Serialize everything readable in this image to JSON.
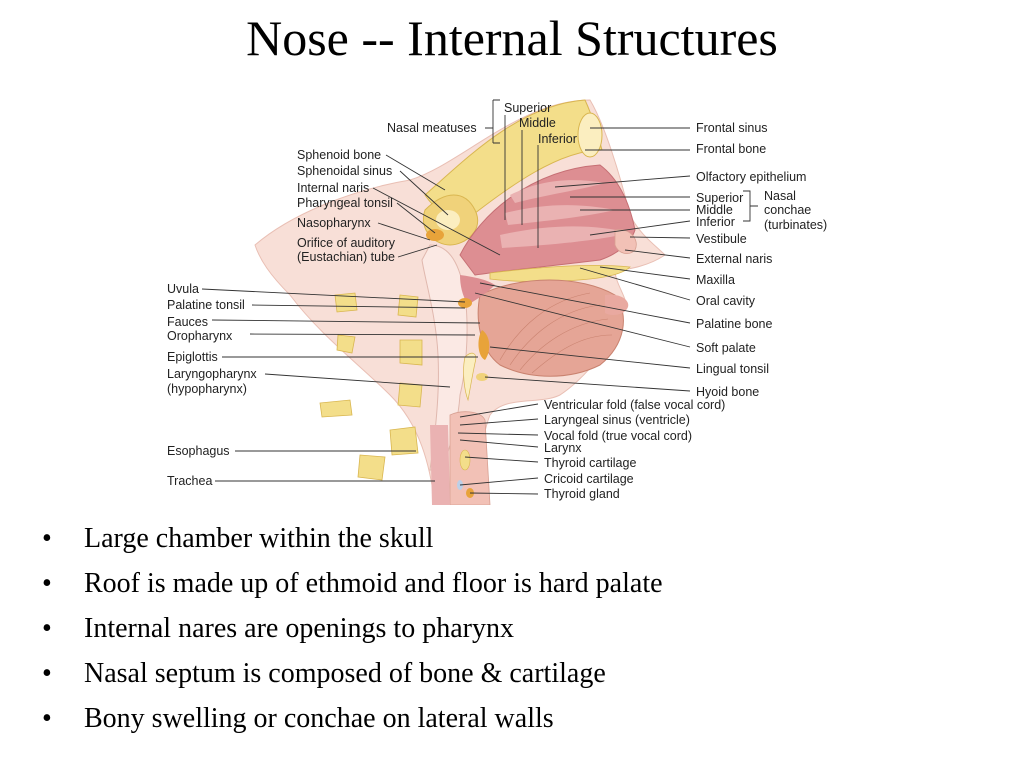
{
  "title": "Nose -- Internal Structures",
  "diagram": {
    "labels": {
      "nasal_meatuses": "Nasal meatuses",
      "superior": "Superior",
      "middle": "Middle",
      "inferior": "Inferior",
      "sphenoid_bone": "Sphenoid bone",
      "sphenoidal_sinus": "Sphenoidal sinus",
      "internal_naris": "Internal naris",
      "pharyngeal_tonsil": "Pharyngeal tonsil",
      "nasopharynx": "Nasopharynx",
      "orifice_auditory_1": "Orifice of auditory",
      "orifice_auditory_2": "(Eustachian) tube",
      "uvula": "Uvula",
      "palatine_tonsil": "Palatine tonsil",
      "fauces": "Fauces",
      "oropharynx": "Oropharynx",
      "epiglottis": "Epiglottis",
      "laryngopharynx_1": "Laryngopharynx",
      "laryngopharynx_2": "(hypopharynx)",
      "esophagus": "Esophagus",
      "trachea": "Trachea",
      "frontal_sinus": "Frontal sinus",
      "frontal_bone": "Frontal bone",
      "olfactory_epithelium": "Olfactory epithelium",
      "conchae_superior": "Superior",
      "conchae_middle": "Middle",
      "conchae_inferior": "Inferior",
      "nasal_conchae_1": "Nasal",
      "nasal_conchae_2": "conchae",
      "nasal_conchae_3": "(turbinates)",
      "vestibule": "Vestibule",
      "external_naris": "External naris",
      "maxilla": "Maxilla",
      "oral_cavity": "Oral cavity",
      "palatine_bone": "Palatine bone",
      "soft_palate": "Soft palate",
      "lingual_tonsil": "Lingual tonsil",
      "hyoid_bone": "Hyoid bone",
      "ventricular_fold": "Ventricular fold (false vocal cord)",
      "laryngeal_sinus": "Laryngeal sinus (ventricle)",
      "vocal_fold": "Vocal fold (true vocal cord)",
      "larynx": "Larynx",
      "thyroid_cartilage": "Thyroid cartilage",
      "cricoid_cartilage": "Cricoid cartilage",
      "thyroid_gland": "Thyroid gland"
    },
    "colors": {
      "bone": "#f3de8a",
      "bone_dark": "#e2b94a",
      "tissue": "#f3c9c2",
      "mucosa": "#dd8e92",
      "tongue": "#e5a596",
      "tonsil": "#e8a33a",
      "airway": "#fbe9e4"
    }
  },
  "bullets": [
    "Large chamber within the skull",
    "Roof is made up of ethmoid and floor is hard palate",
    "Internal nares are openings to pharynx",
    "Nasal septum is composed of bone & cartilage",
    "Bony swelling or conchae on lateral walls"
  ]
}
